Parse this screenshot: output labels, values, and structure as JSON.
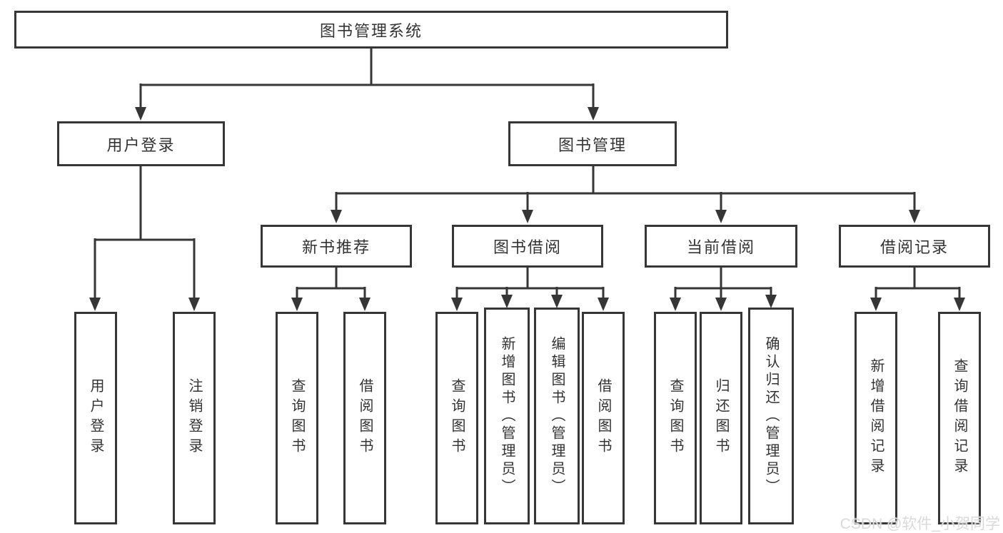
{
  "colors": {
    "border": "#363636",
    "text": "#333333",
    "watermark": "#d9d9d9",
    "background": "#ffffff"
  },
  "watermark": {
    "text": "CSDN @软件_小贺同学"
  },
  "nodes": {
    "root": {
      "label": "图书管理系统"
    },
    "level2": [
      {
        "label": "用户登录"
      },
      {
        "label": "图书管理"
      }
    ],
    "level3": [
      {
        "label": "新书推荐",
        "parent": "图书管理"
      },
      {
        "label": "图书借阅",
        "parent": "图书管理"
      },
      {
        "label": "当前借阅",
        "parent": "图书管理"
      },
      {
        "label": "借阅记录",
        "parent": "图书管理"
      }
    ],
    "leaves": [
      {
        "label": "用户登录",
        "parent": "用户登录"
      },
      {
        "label": "注销登录",
        "parent": "用户登录"
      },
      {
        "label": "查询图书",
        "parent": "新书推荐"
      },
      {
        "label": "借阅图书",
        "parent": "新书推荐"
      },
      {
        "label": "查询图书",
        "parent": "图书借阅"
      },
      {
        "label": "新增图书（管理员）",
        "parent": "图书借阅"
      },
      {
        "label": "编辑图书（管理员）",
        "parent": "图书借阅"
      },
      {
        "label": "借阅图书",
        "parent": "图书借阅"
      },
      {
        "label": "查询图书",
        "parent": "当前借阅"
      },
      {
        "label": "归还图书",
        "parent": "当前借阅"
      },
      {
        "label": "确认归还（管理员）",
        "parent": "当前借阅"
      },
      {
        "label": "新增借阅记录",
        "parent": "借阅记录"
      },
      {
        "label": "查询借阅记录",
        "parent": "借阅记录"
      }
    ]
  }
}
